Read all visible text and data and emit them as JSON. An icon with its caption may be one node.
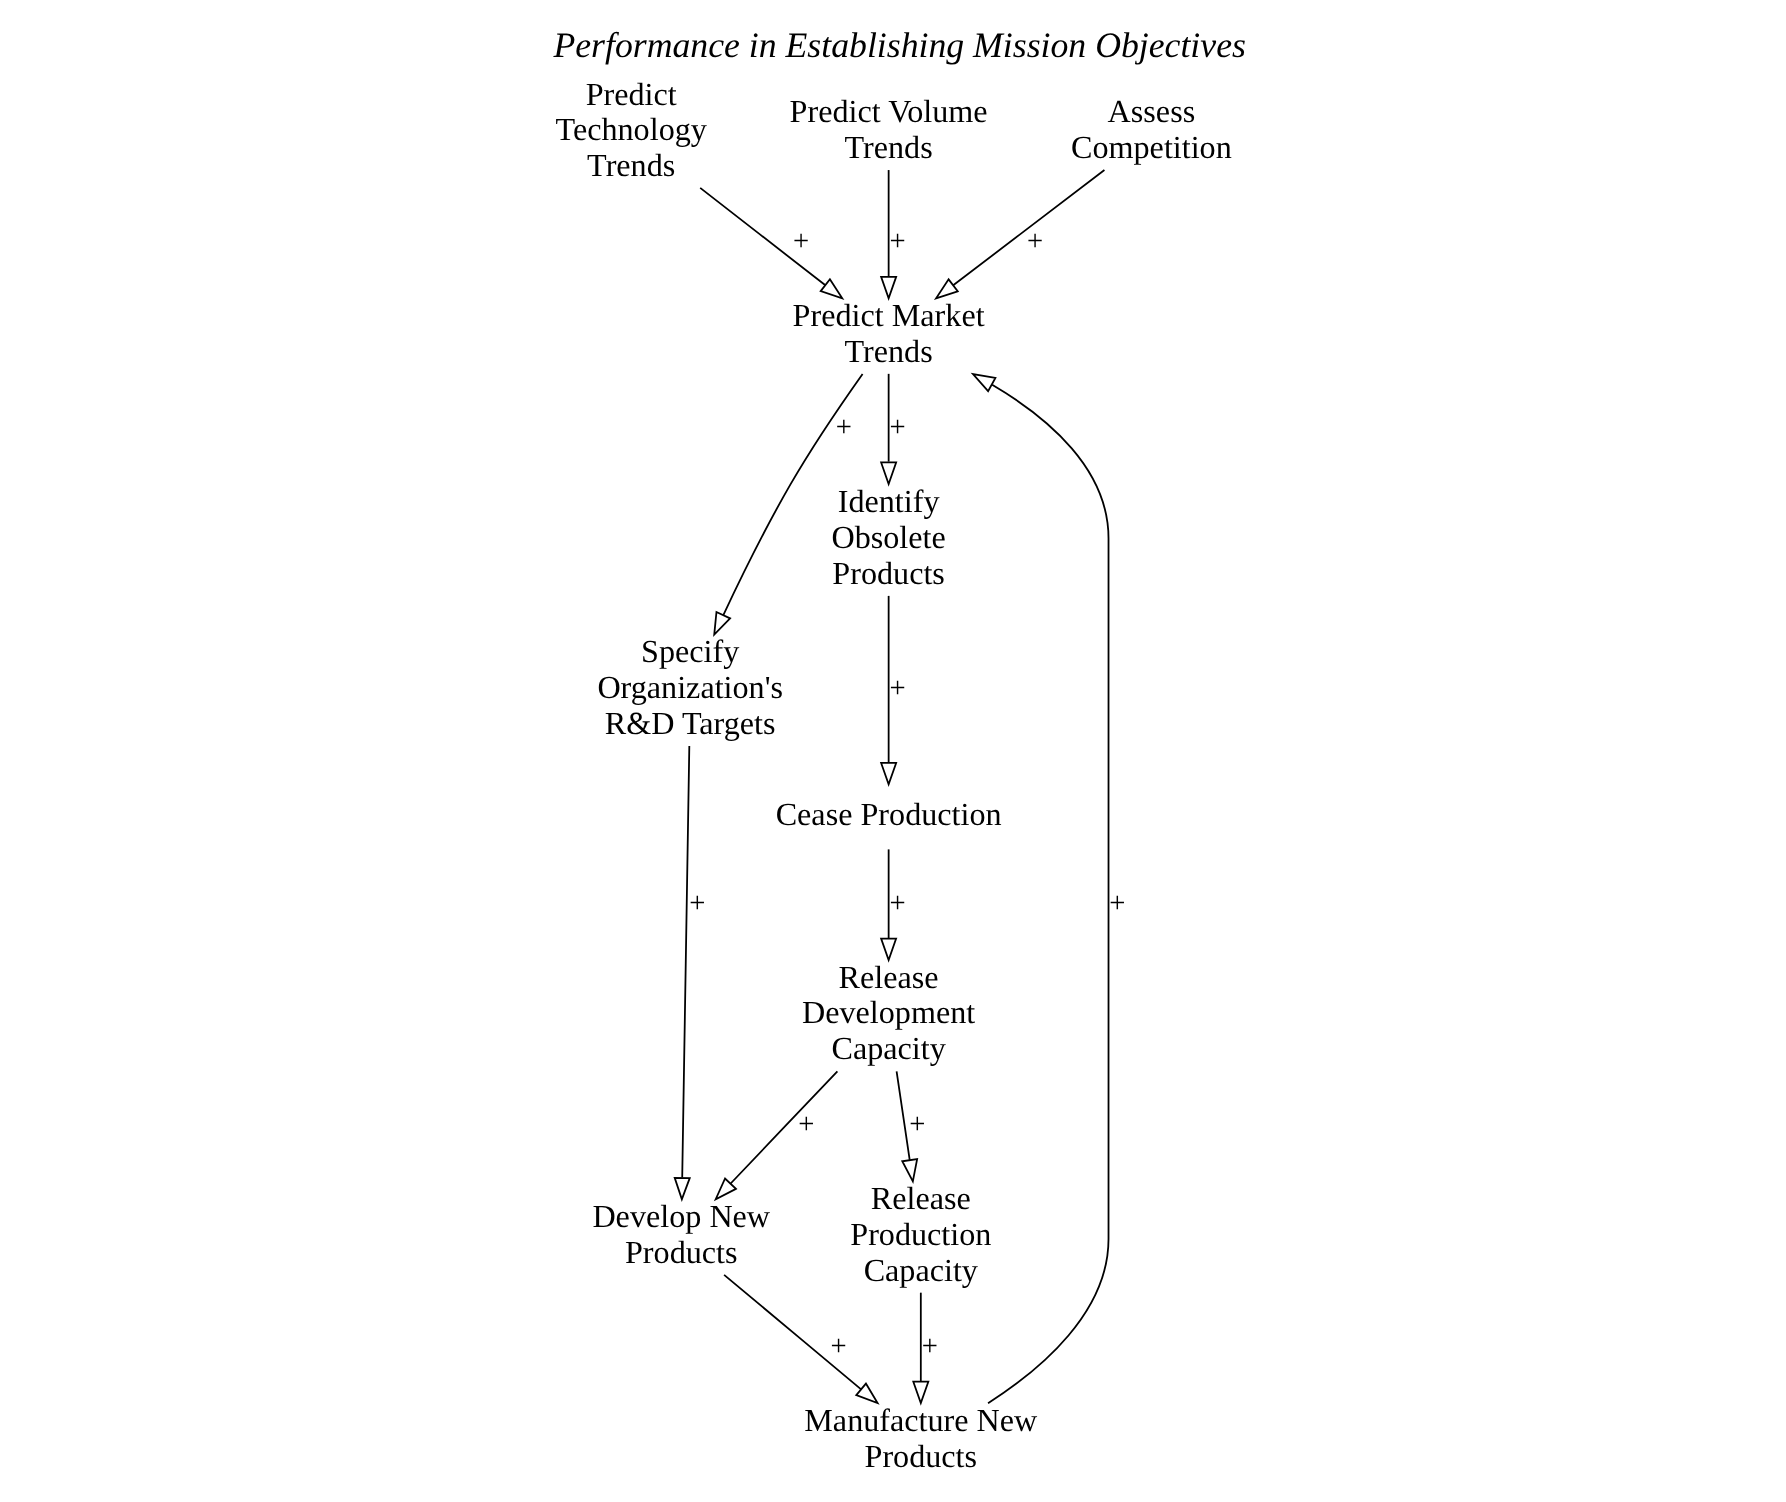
{
  "diagram": {
    "title": "Performance in Establishing Mission Objectives",
    "nodes": [
      {
        "text": [
          "Predict Technology Trends"
        ]
      },
      {
        "text": [
          "Predict Volume Trends"
        ]
      },
      {
        "text": [
          "Assess Competition"
        ]
      },
      {
        "text": [
          "Predict Market Trends"
        ]
      },
      {
        "text": [
          "Manufacture New Products"
        ]
      },
      {
        "text": [
          "Specify Organization's R&D Targets"
        ]
      },
      {
        "text": [
          "Identify Obsolete Products"
        ]
      },
      {
        "text": [
          "Develop New Products"
        ]
      },
      {
        "text": [
          "Release Production Capacity"
        ]
      },
      {
        "text": [
          "Cease Production"
        ]
      },
      {
        "text": [
          "Release Development Capacity"
        ]
      }
    ],
    "edges": [
      {
        "from": 0,
        "to": 3,
        "arrow": "to",
        "label": "+"
      },
      {
        "from": 1,
        "to": 3,
        "arrow": "to",
        "label": "+"
      },
      {
        "from": 2,
        "to": 3,
        "arrow": "to",
        "label": "+"
      },
      {
        "from": 4,
        "to": 3,
        "arrow": "to",
        "label": "+"
      },
      {
        "from": 3,
        "to": 5,
        "arrow": "to",
        "label": "+"
      },
      {
        "from": 3,
        "to": 6,
        "arrow": "to",
        "label": "+"
      },
      {
        "from": 5,
        "to": 7,
        "arrow": "to",
        "label": "+"
      },
      {
        "from": 7,
        "to": 4,
        "arrow": "to",
        "label": "+"
      },
      {
        "from": 8,
        "to": 4,
        "arrow": "to",
        "label": "+"
      },
      {
        "from": 6,
        "to": 9,
        "arrow": "to",
        "label": "+"
      },
      {
        "from": 9,
        "to": 10,
        "arrow": "to",
        "label": "+"
      },
      {
        "from": 10,
        "to": 7,
        "arrow": "to",
        "label": "+"
      },
      {
        "from": 10,
        "to": 8,
        "arrow": "to",
        "label": "+"
      }
    ]
  }
}
